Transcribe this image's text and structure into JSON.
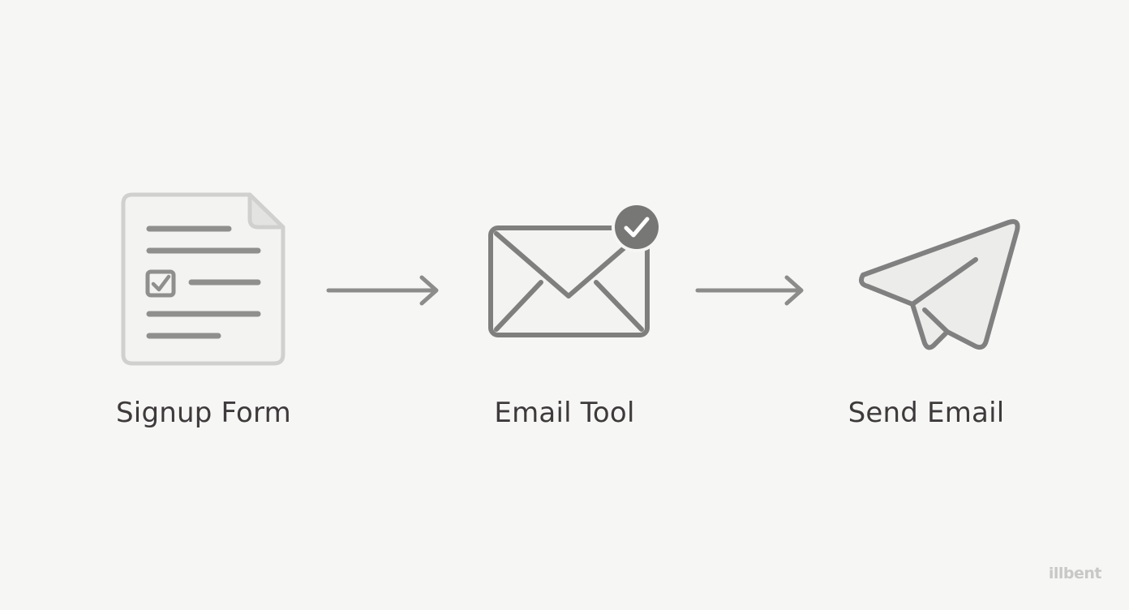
{
  "steps": [
    {
      "label": "Signup Form",
      "icon": "signup-form-icon"
    },
    {
      "label": "Email Tool",
      "icon": "envelope-check-icon"
    },
    {
      "label": "Send Email",
      "icon": "paper-plane-icon"
    }
  ],
  "connectors": [
    "arrow-right-icon",
    "arrow-right-icon"
  ],
  "watermark": "illbent",
  "colors": {
    "background": "#f6f6f5",
    "form_stroke": "#cfcfcd",
    "form_lines": "#8f8f8d",
    "icon_stroke": "#7f7f7d",
    "arrow": "#8c8c8a",
    "label_text": "#3e3a3b",
    "watermark": "#c8c8c6"
  }
}
